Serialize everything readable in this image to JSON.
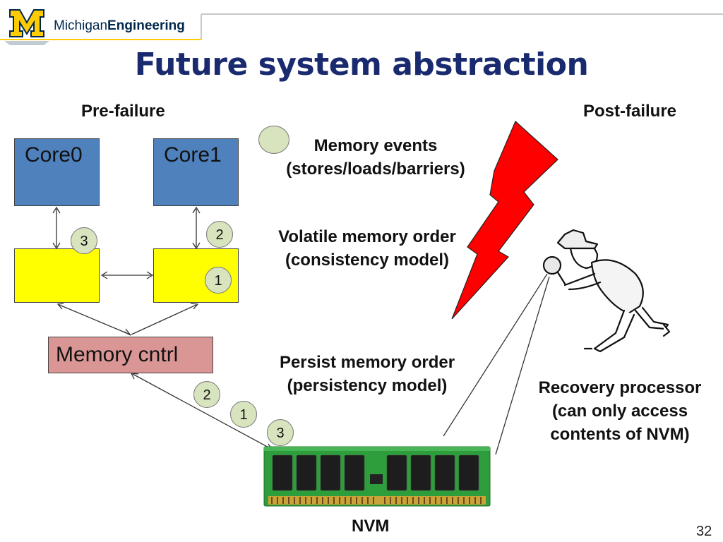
{
  "logo": {
    "name_plain": "Michigan",
    "name_bold": "Engineering"
  },
  "title": "Future system abstraction",
  "labels": {
    "pre_failure": "Pre-failure",
    "post_failure": "Post-failure",
    "nvm": "NVM"
  },
  "cores": [
    "Core0",
    "Core1"
  ],
  "memory_controller": "Memory cntrl",
  "legend": {
    "line1": "Memory events",
    "line2": "(stores/loads/barriers)"
  },
  "volatile_order": {
    "line1": "Volatile memory order",
    "line2": "(consistency model)"
  },
  "persist_order": {
    "line1": "Persist memory order",
    "line2": "(persistency model)"
  },
  "recovery": {
    "line1": "Recovery processor",
    "line2": "(can only access",
    "line3": "contents of NVM)"
  },
  "badges": {
    "core0_link": "3",
    "core1_link": "2",
    "core1_cache": "1",
    "persist_a": "2",
    "persist_b": "1",
    "persist_c": "3"
  },
  "page_number": "32",
  "colors": {
    "title": "#1a2a6e",
    "core": "#4f81bd",
    "cache": "#ffff00",
    "memory_controller": "#d99694",
    "event_circle": "#d7e4bd",
    "lightning": "#ff0000",
    "logo_maize": "#ffcb05",
    "logo_blue": "#00274c"
  }
}
